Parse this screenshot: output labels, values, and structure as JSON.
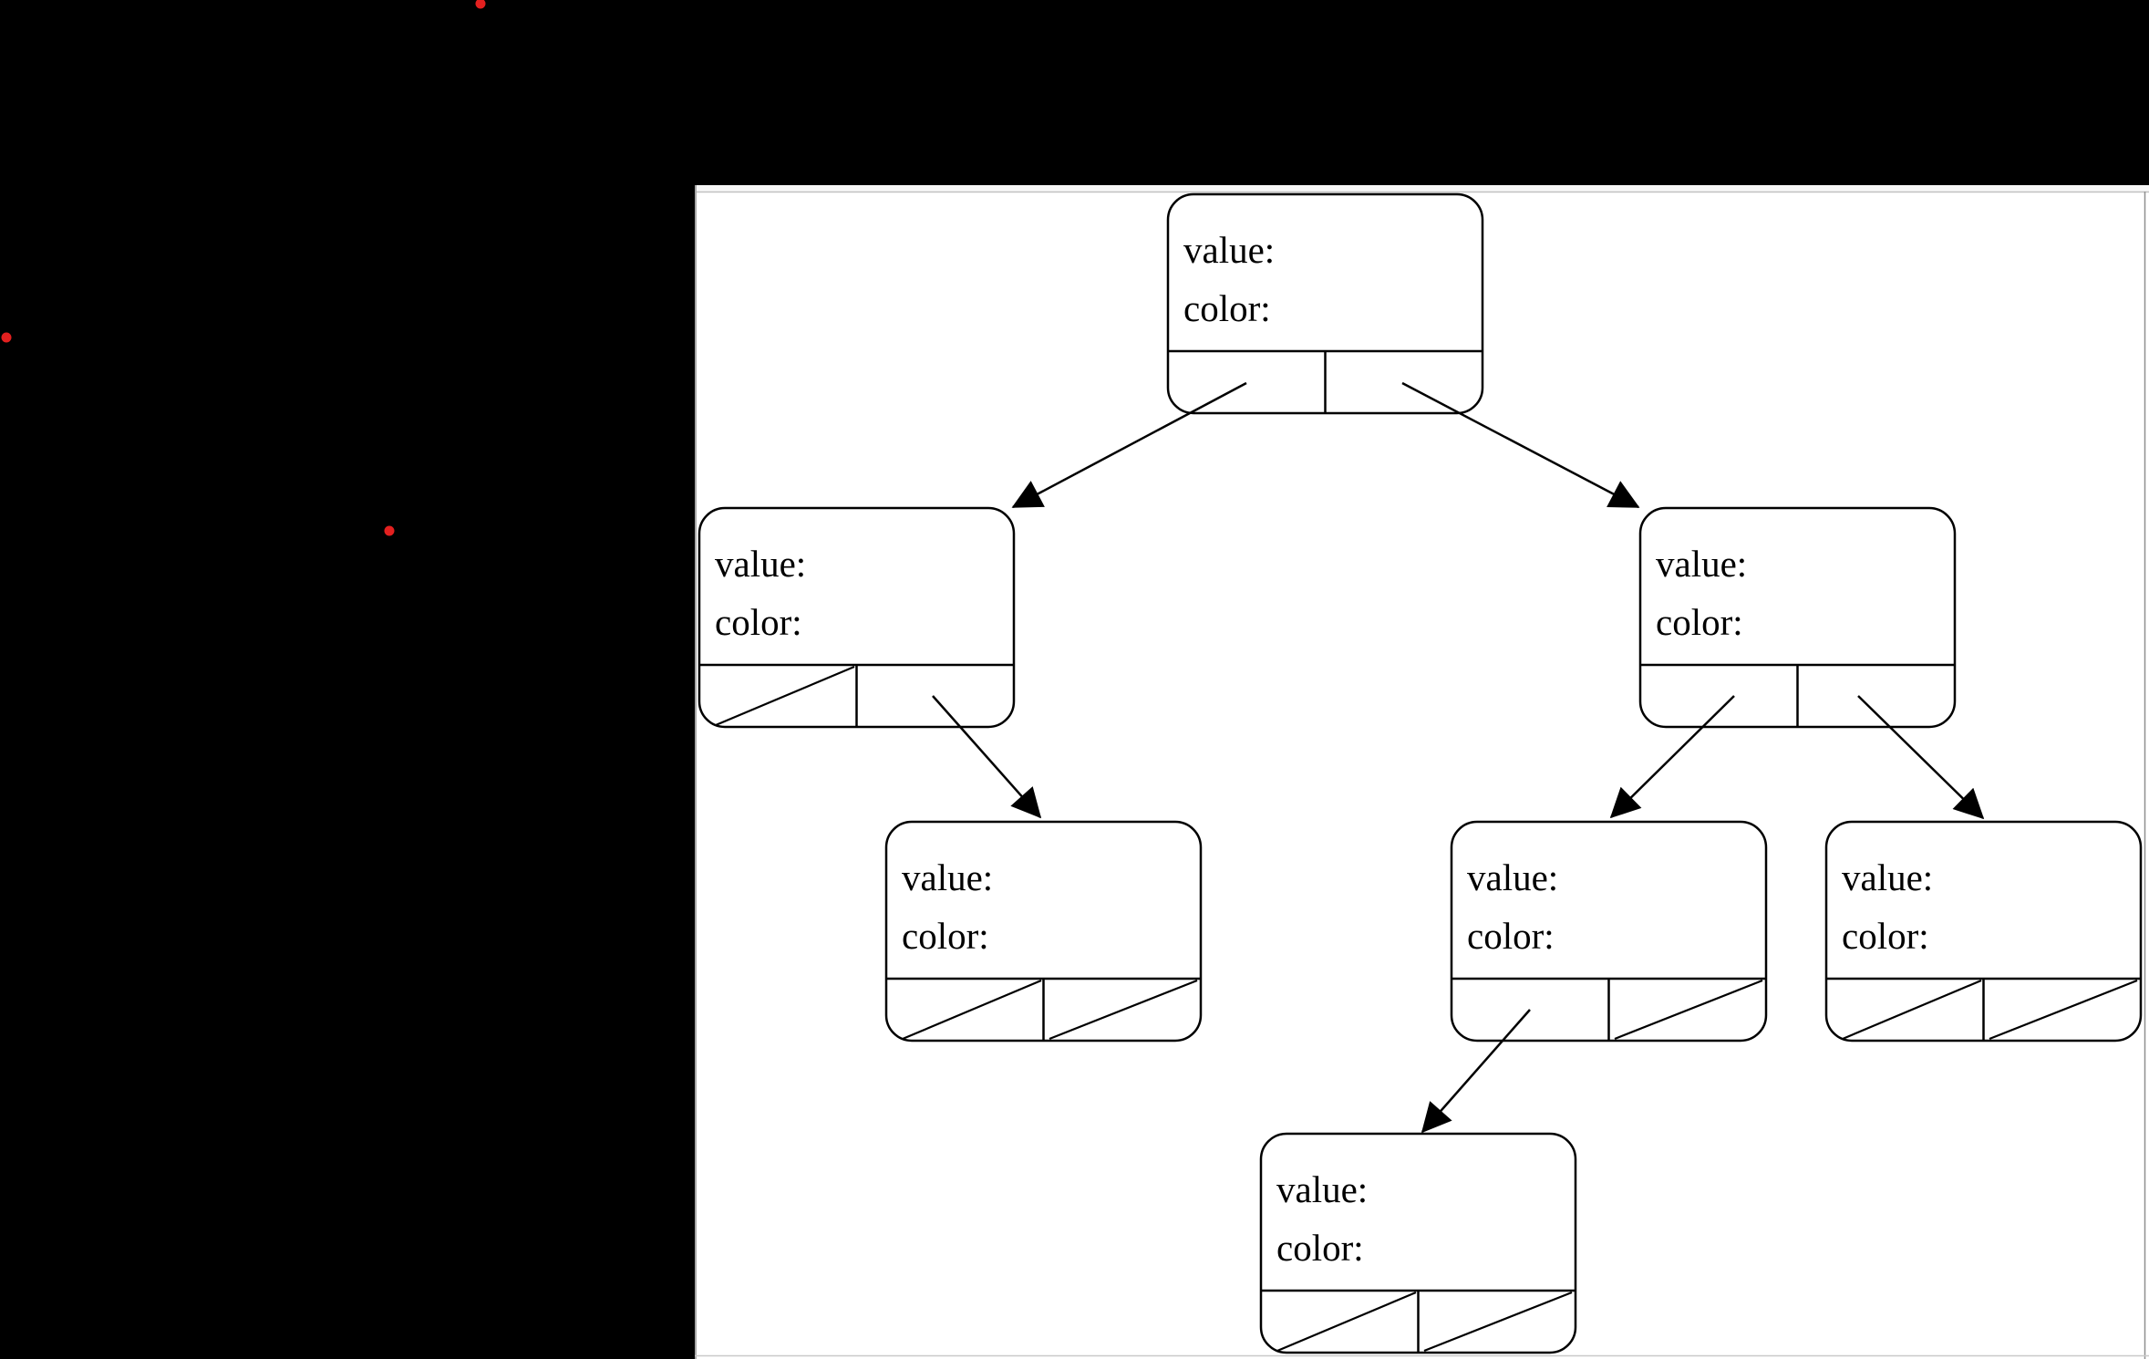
{
  "scene": {
    "background_color": "#000000",
    "panel_color": "#ffffff",
    "panel_top_strip_color": "#f7f7f7",
    "panel_border_color": "#a6a6a6",
    "red_dot_color": "#e3201f",
    "line_color": "#000000"
  },
  "tree": {
    "type": "binary-tree-node-records",
    "field_labels": {
      "value": "value:",
      "color": "color:"
    },
    "nodes": [
      {
        "id": "root",
        "value_label": "value:",
        "color_label": "color:",
        "left_pointer": "child",
        "right_pointer": "child"
      },
      {
        "id": "left-child",
        "value_label": "value:",
        "color_label": "color:",
        "left_pointer": "null",
        "right_pointer": "child"
      },
      {
        "id": "right-child",
        "value_label": "value:",
        "color_label": "color:",
        "left_pointer": "child",
        "right_pointer": "child"
      },
      {
        "id": "left-right-grandchild",
        "value_label": "value:",
        "color_label": "color:",
        "left_pointer": "null",
        "right_pointer": "null"
      },
      {
        "id": "right-left-grandchild",
        "value_label": "value:",
        "color_label": "color:",
        "left_pointer": "child",
        "right_pointer": "null"
      },
      {
        "id": "right-right-grandchild",
        "value_label": "value:",
        "color_label": "color:",
        "left_pointer": "null",
        "right_pointer": "null"
      },
      {
        "id": "great-grandchild",
        "value_label": "value:",
        "color_label": "color:",
        "left_pointer": "null",
        "right_pointer": "null"
      }
    ],
    "edges": [
      {
        "from": "root.left",
        "to": "left-child"
      },
      {
        "from": "root.right",
        "to": "right-child"
      },
      {
        "from": "left-child.right",
        "to": "left-right-grandchild"
      },
      {
        "from": "right-child.left",
        "to": "right-left-grandchild"
      },
      {
        "from": "right-child.right",
        "to": "right-right-grandchild"
      },
      {
        "from": "right-left-grandchild.left",
        "to": "great-grandchild"
      }
    ]
  }
}
